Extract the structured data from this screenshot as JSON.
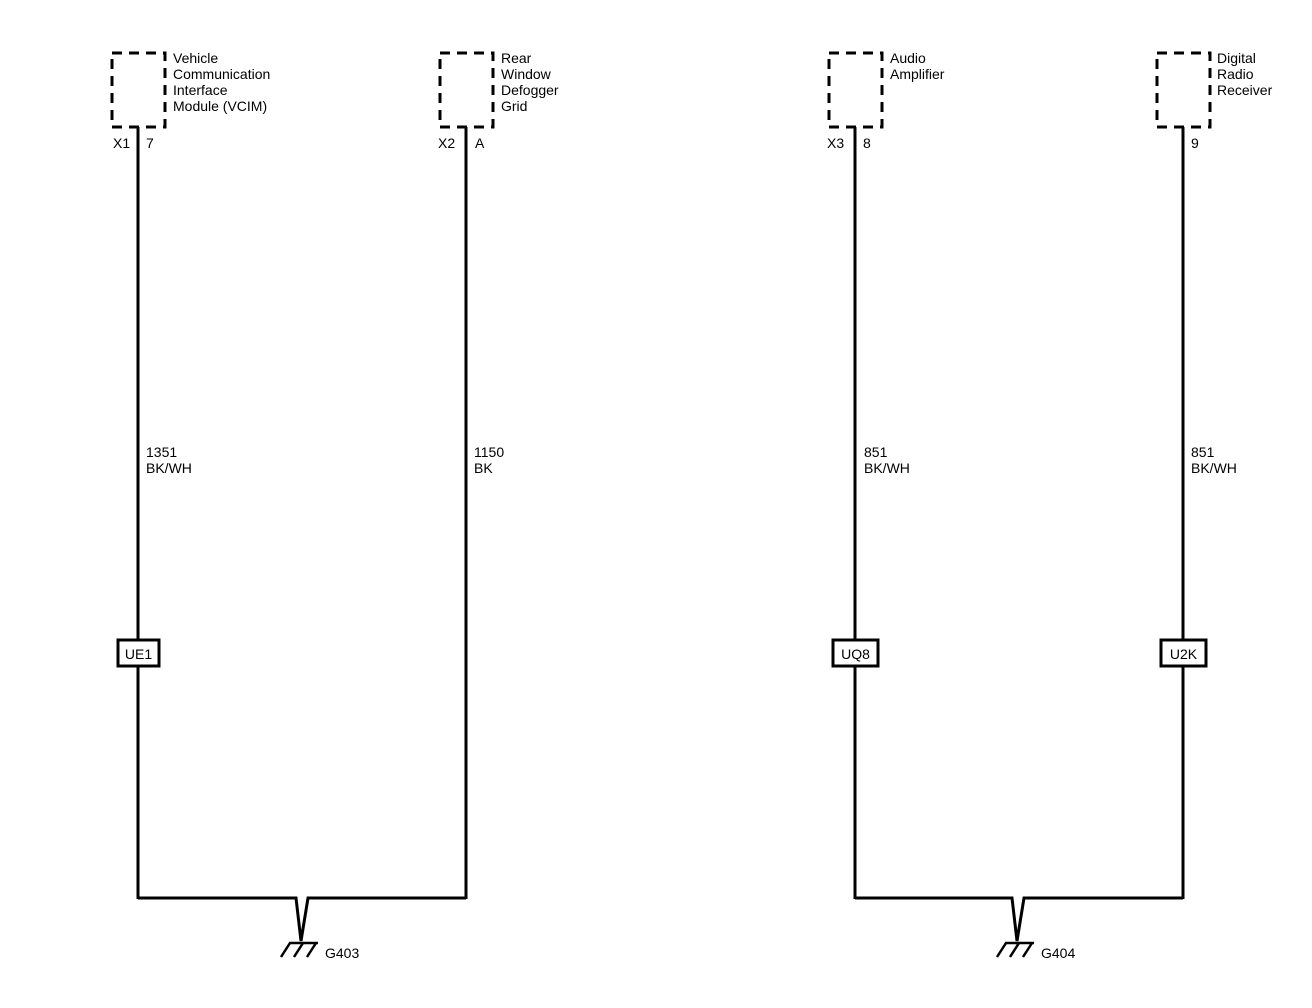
{
  "components": [
    {
      "name_lines": [
        "Vehicle",
        "Communication",
        "Interface",
        "Module (VCIM)"
      ],
      "connector": "X1",
      "pin": "7"
    },
    {
      "name_lines": [
        "Rear",
        "Window",
        "Defogger",
        "Grid"
      ],
      "connector": "X2",
      "pin": "A"
    },
    {
      "name_lines": [
        "Audio",
        "Amplifier"
      ],
      "connector": "X3",
      "pin": "8"
    },
    {
      "name_lines": [
        "Digital",
        "Radio",
        "Receiver"
      ],
      "connector": "",
      "pin": "9"
    }
  ],
  "wires": [
    {
      "circuit": "1351",
      "color": "BK/WH",
      "inline_connector": "UE1"
    },
    {
      "circuit": "1150",
      "color": "BK",
      "inline_connector": ""
    },
    {
      "circuit": "851",
      "color": "BK/WH",
      "inline_connector": "UQ8"
    },
    {
      "circuit": "851",
      "color": "BK/WH",
      "inline_connector": "U2K"
    }
  ],
  "grounds": [
    {
      "label": "G403"
    },
    {
      "label": "G404"
    }
  ]
}
